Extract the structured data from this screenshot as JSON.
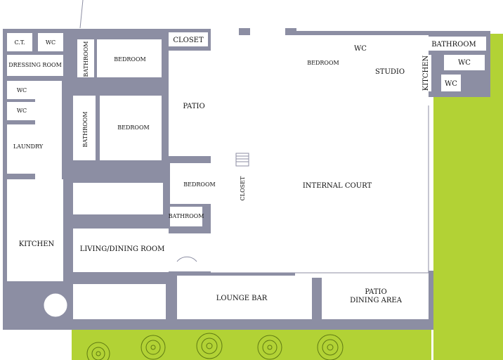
{
  "colors": {
    "wall": "#8c8ea3",
    "floor": "#ffffff",
    "lawn": "#b2d235",
    "tree": "#5f7a12",
    "ink": "#111111"
  },
  "rooms": {
    "ct": "C.T.",
    "wc_top_left": "WC",
    "dressing_room": "DRESSING ROOM",
    "wc_left_upper": "WC",
    "wc_left_lower": "WC",
    "laundry": "LAUNDRY",
    "kitchen_main": "KITCHEN",
    "bathroom_top": "BATHROOM",
    "bedroom_top": "BEDROOM",
    "closet_top": "CLOSET",
    "patio": "PATIO",
    "bathroom_mid": "BATHROOM",
    "bedroom_mid": "BEDROOM",
    "bedroom_small": "BEDROOM",
    "bathroom_small": "BATHROOM",
    "closet_small": "CLOSET",
    "living_dining": "LIVING/DINING ROOM",
    "internal_court": "INTERNAL COURT",
    "lounge_bar": "LOUNGE BAR",
    "patio_dining_line1": "PATIO",
    "patio_dining_line2": "DINING AREA",
    "bedroom_studio": "BEDROOM",
    "wc_studio": "WC",
    "studio": "STUDIO",
    "kitchen_studio": "KITCHEN",
    "bathroom_studio": "BATHROOM",
    "wc_studio_right_upper": "WC",
    "wc_studio_right_lower": "WC"
  }
}
